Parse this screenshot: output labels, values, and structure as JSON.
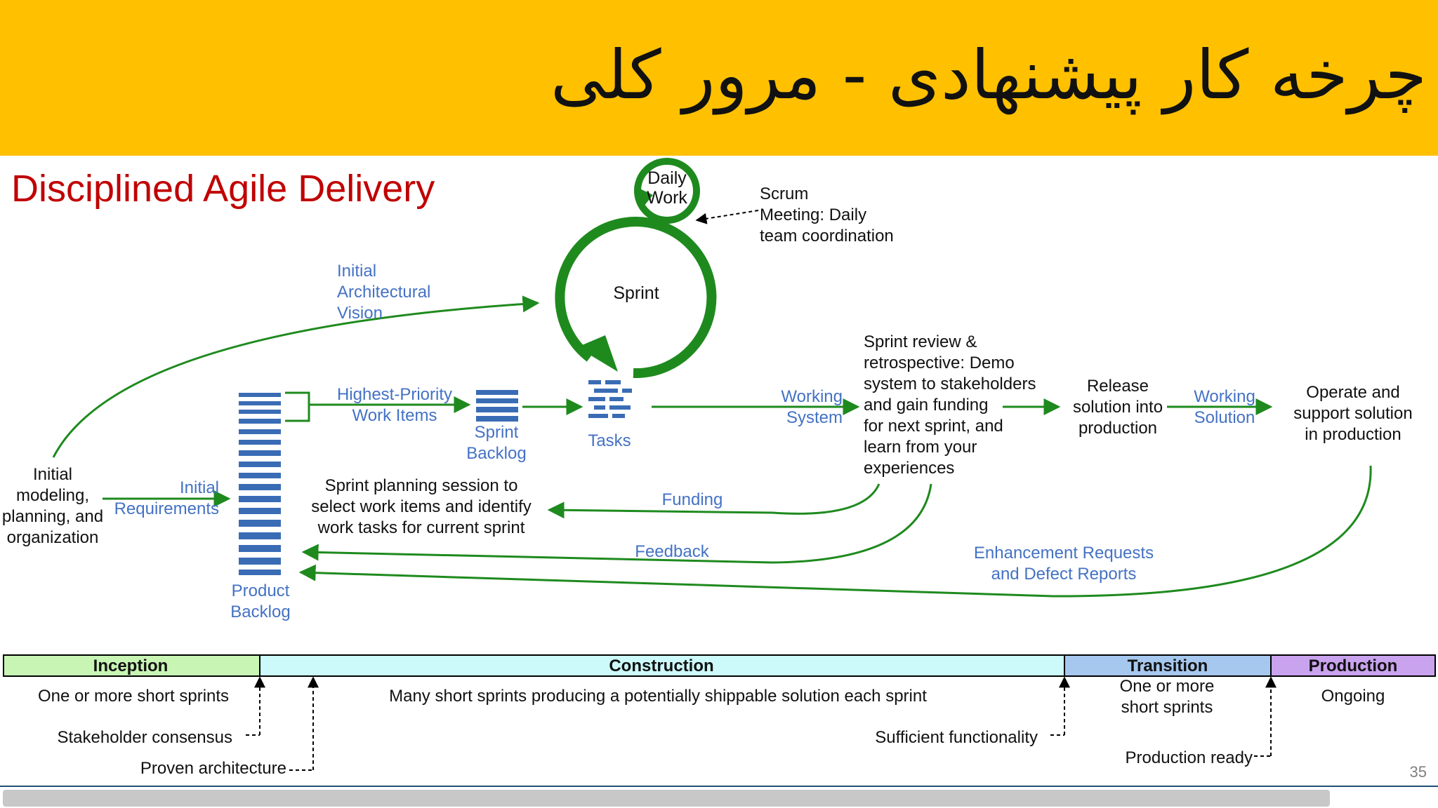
{
  "title": "چرخه کار پیشنهادی - مرور کلی",
  "subtitle": "Disciplined Agile Delivery",
  "page_number": "35",
  "diagram": {
    "daily_work": [
      "Daily",
      "Work"
    ],
    "scrum_meeting": [
      "Scrum",
      "Meeting: Daily",
      "team coordination"
    ],
    "sprint": "Sprint",
    "initial_vision": [
      "Initial",
      "Architectural",
      "Vision"
    ],
    "highest_priority": [
      "Highest-Priority",
      "Work Items"
    ],
    "sprint_backlog": [
      "Sprint",
      "Backlog"
    ],
    "tasks": "Tasks",
    "working_system": [
      "Working",
      "System"
    ],
    "review": [
      "Sprint review &",
      "retrospective: Demo",
      "system to stakeholders",
      "and gain funding",
      "for next sprint, and",
      "learn from your",
      "experiences"
    ],
    "release": [
      "Release",
      "solution into",
      "production"
    ],
    "working_solution": [
      "Working",
      "Solution"
    ],
    "operate": [
      "Operate and",
      "support solution",
      "in production"
    ],
    "initial_modeling": [
      "Initial",
      "modeling,",
      "planning, and",
      "organization"
    ],
    "initial_requirements": [
      "Initial",
      "Requirements"
    ],
    "planning_session": [
      "Sprint planning session to",
      "select work items and identify",
      "work tasks for current sprint"
    ],
    "funding": "Funding",
    "feedback": "Feedback",
    "enhancement": [
      "Enhancement Requests",
      "and Defect Reports"
    ],
    "product_backlog": [
      "Product",
      "Backlog"
    ]
  },
  "phases": {
    "inception": "Inception",
    "construction": "Construction",
    "transition": "Transition",
    "production": "Production",
    "inception_desc": "One or more short sprints",
    "construction_desc": "Many short sprints producing a potentially shippable solution each sprint",
    "transition_desc": [
      "One or more",
      "short sprints"
    ],
    "production_desc": "Ongoing",
    "milestone_stakeholder": "Stakeholder consensus",
    "milestone_architecture": "Proven architecture",
    "milestone_functionality": "Sufficient functionality",
    "milestone_production": "Production ready"
  },
  "colors": {
    "title_bar": "#FFC000",
    "subtitle": "#C00000",
    "flow_green": "#1E8A1E",
    "label_blue": "#4472C4",
    "backlog_blue": "#3A6CB5",
    "inception_fill": "#C8F5B4",
    "construction_fill": "#CCFAFA",
    "transition_fill": "#A6C8EE",
    "production_fill": "#C9A3EE"
  }
}
